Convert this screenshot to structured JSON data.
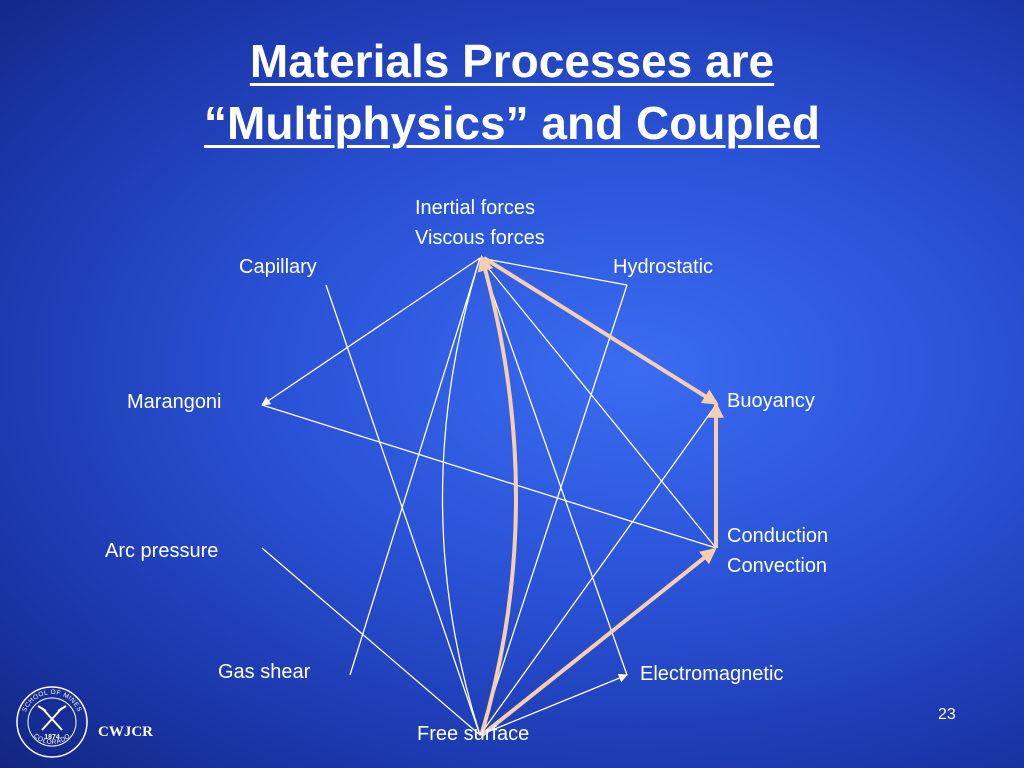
{
  "title": {
    "line1": "Materials Processes are",
    "line2": "“Multiphysics” and Coupled"
  },
  "nodes": {
    "inertial_line1": "Inertial forces",
    "inertial_line2": "Viscous forces",
    "capillary": "Capillary",
    "hydrostatic": "Hydrostatic",
    "marangoni": "Marangoni",
    "buoyancy": "Buoyancy",
    "conduction_line1": "Conduction",
    "conduction_line2": "Convection",
    "arc_pressure": "Arc pressure",
    "gas_shear": "Gas shear",
    "electromagnetic": "Electromagnetic",
    "free_surface": "Free surface"
  },
  "highlighted_path": [
    "Inertial forces / Viscous forces",
    "Buoyancy",
    "Conduction / Convection",
    "Free surface",
    "Inertial forces / Viscous forces"
  ],
  "colors": {
    "line": "#ffffff",
    "highlight": "#f8cfae",
    "background": "#2a52d6"
  },
  "page_number": "23",
  "footer": {
    "org": "CWJCR",
    "logo_year": "1874",
    "logo_text_top": "SCHOOL OF MINES",
    "logo_text_bottom": "COLORADO"
  }
}
